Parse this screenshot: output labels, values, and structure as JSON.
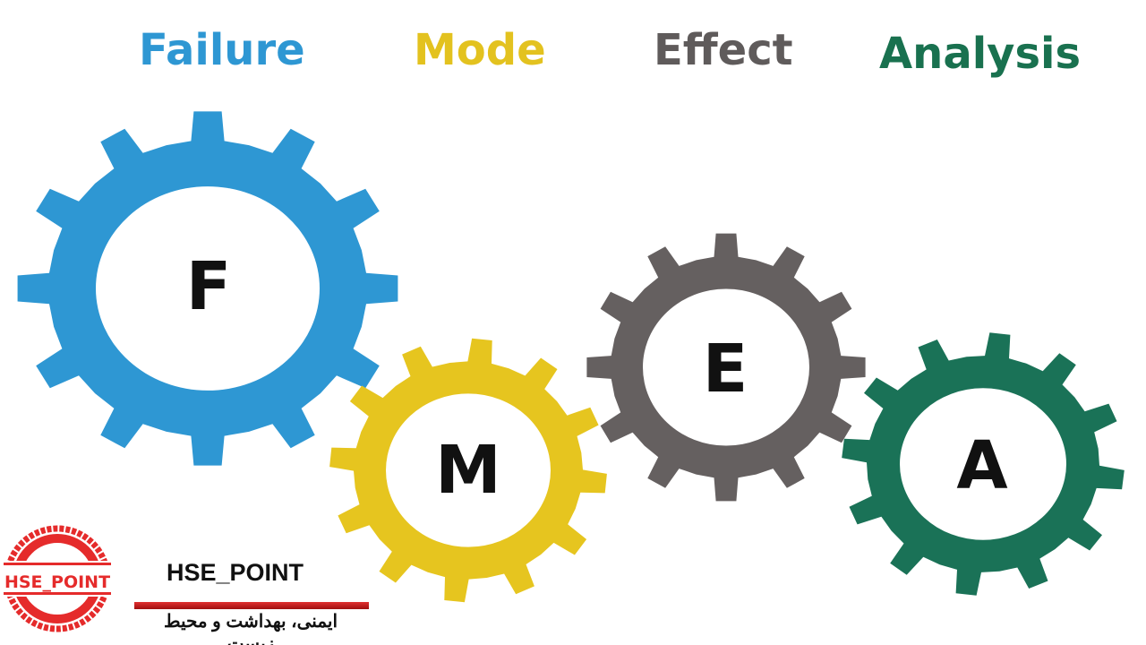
{
  "title_words": [
    {
      "text": "Failure",
      "color": "#2e97d3"
    },
    {
      "text": "Mode",
      "color": "#e3c21f"
    },
    {
      "text": "Effect",
      "color": "#5f5b5b"
    },
    {
      "text": "Analysis",
      "color": "#19714f"
    }
  ],
  "gears": [
    {
      "letter": "F",
      "color": "#2e97d3"
    },
    {
      "letter": "M",
      "color": "#e6c51f"
    },
    {
      "letter": "E",
      "color": "#656060"
    },
    {
      "letter": "A",
      "color": "#1a7257"
    }
  ],
  "branding": {
    "logo_text": "HSE_POINT",
    "name": "HSE_POINT",
    "tagline": "ایمنی، بهداشت و محیط زیست",
    "accent": "#e02b2b"
  }
}
